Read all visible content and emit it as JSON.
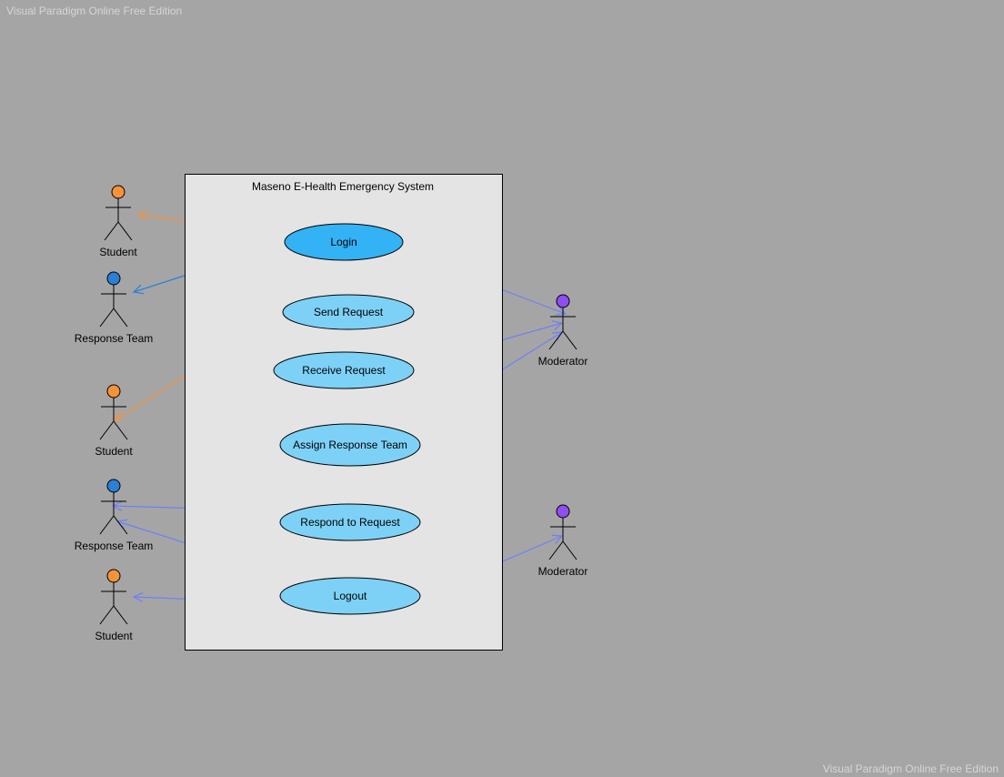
{
  "watermark": {
    "top": "Visual Paradigm Online Free Edition",
    "bottom": "Visual Paradigm Online Free Edition"
  },
  "system": {
    "title": "Maseno E-Health Emergency System"
  },
  "use_cases": [
    {
      "id": "login",
      "label": "Login",
      "fill": "#33b2f5"
    },
    {
      "id": "send-request",
      "label": "Send Request",
      "fill": "#7dd1f7"
    },
    {
      "id": "receive-request",
      "label": "Receive Request",
      "fill": "#7dd1f7"
    },
    {
      "id": "assign-response-team",
      "label": "Assign Response Team",
      "fill": "#7dd1f7"
    },
    {
      "id": "respond-to-request",
      "label": "Respond to Request",
      "fill": "#7dd1f7"
    },
    {
      "id": "logout",
      "label": "Logout",
      "fill": "#7dd1f7"
    }
  ],
  "actors": [
    {
      "id": "student-1",
      "label": "Student",
      "head_color": "#f6923a"
    },
    {
      "id": "response-team-1",
      "label": "Response Team",
      "head_color": "#2a7fd6"
    },
    {
      "id": "student-2",
      "label": "Student",
      "head_color": "#f6923a"
    },
    {
      "id": "response-team-2",
      "label": "Response Team",
      "head_color": "#2a7fd6"
    },
    {
      "id": "student-3",
      "label": "Student",
      "head_color": "#f6923a"
    },
    {
      "id": "moderator-1",
      "label": "Moderator",
      "head_color": "#8f4ef0"
    },
    {
      "id": "moderator-2",
      "label": "Moderator",
      "head_color": "#8f4ef0"
    }
  ],
  "associations": [
    {
      "from": "login",
      "to": "student-1",
      "color": "#f6923a"
    },
    {
      "from": "login",
      "to": "response-team-1",
      "color": "#2a7fd6"
    },
    {
      "from": "login",
      "to": "moderator-1",
      "color": "#6f7ff7"
    },
    {
      "from": "send-request",
      "to": "student-2",
      "color": "#f6923a"
    },
    {
      "from": "receive-request",
      "to": "moderator-1",
      "color": "#6f7ff7"
    },
    {
      "from": "assign-response-team",
      "to": "moderator-1",
      "color": "#6f7ff7"
    },
    {
      "from": "respond-to-request",
      "to": "response-team-2",
      "color": "#6f7ff7"
    },
    {
      "from": "logout",
      "to": "response-team-2",
      "color": "#6f7ff7"
    },
    {
      "from": "logout",
      "to": "student-3",
      "color": "#6f7ff7"
    },
    {
      "from": "logout",
      "to": "moderator-2",
      "color": "#6f7ff7"
    }
  ]
}
